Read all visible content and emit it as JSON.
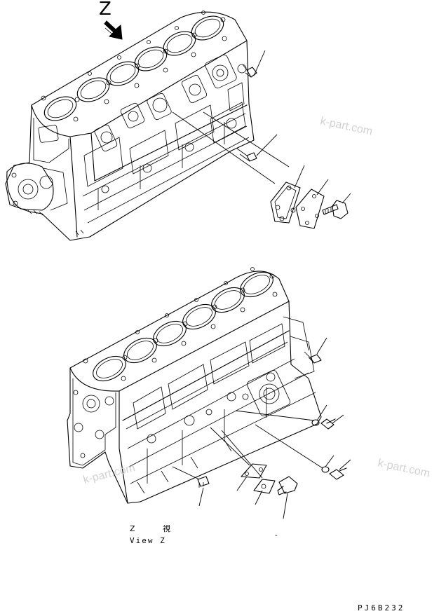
{
  "view_label": "Z",
  "view_caption_jp": "Z 視",
  "view_caption_en": "View Z",
  "dash_note": "-",
  "drawing_code": "PJ6B232",
  "watermarks": [
    "k-part.com",
    "k-part.com",
    "k-part.com"
  ],
  "colors": {
    "line": "#000000",
    "background": "#ffffff",
    "watermark": "#d2d2d2"
  }
}
